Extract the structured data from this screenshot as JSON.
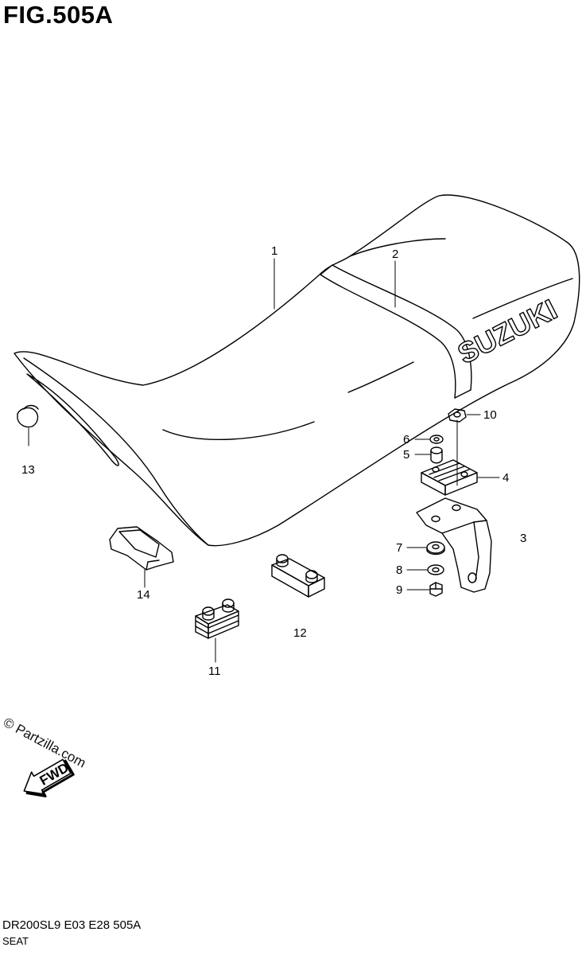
{
  "figure": {
    "title": "FIG.505A",
    "model_code": "DR200SL9  E03  E28  505A",
    "section_title": "SEAT",
    "watermark": "© Partzilla.com",
    "brand_text": "SUZUKI",
    "direction_label": "FWD"
  },
  "callouts": [
    {
      "id": "1",
      "label": "1"
    },
    {
      "id": "2",
      "label": "2"
    },
    {
      "id": "3",
      "label": "3"
    },
    {
      "id": "4",
      "label": "4"
    },
    {
      "id": "5",
      "label": "5"
    },
    {
      "id": "6",
      "label": "6"
    },
    {
      "id": "7",
      "label": "7"
    },
    {
      "id": "8",
      "label": "8"
    },
    {
      "id": "9",
      "label": "9"
    },
    {
      "id": "10",
      "label": "10"
    },
    {
      "id": "11",
      "label": "11"
    },
    {
      "id": "12",
      "label": "12"
    },
    {
      "id": "13",
      "label": "13"
    },
    {
      "id": "14",
      "label": "14"
    }
  ],
  "colors": {
    "ink": "#000000",
    "paper": "#ffffff"
  }
}
